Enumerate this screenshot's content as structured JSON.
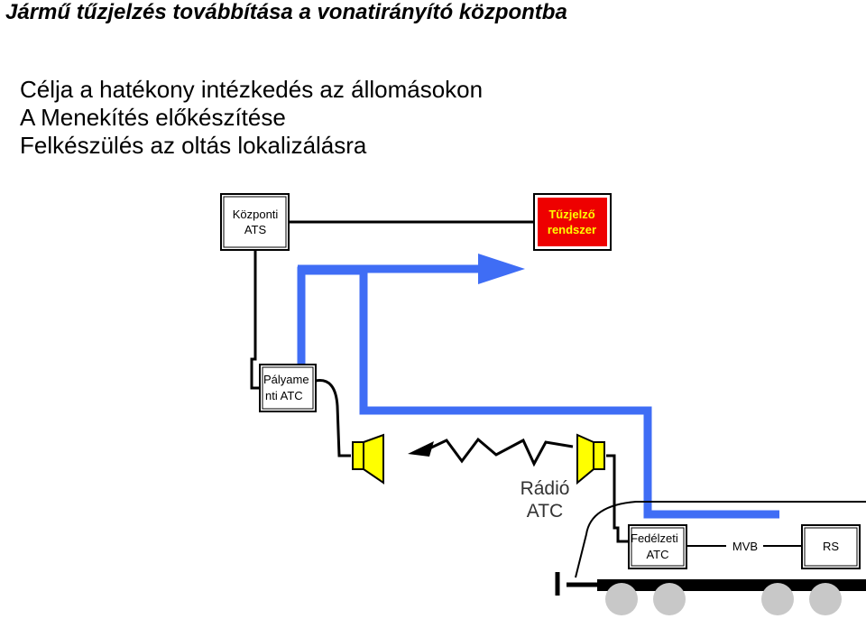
{
  "slide": {
    "title": "Jármű tűzjelzés továbbítása a vonatirányító központba",
    "bullets": [
      "Célja a hatékony intézkedés az állomásokon",
      "A Menekítés előkészítése",
      "Felkészülés az oltás lokalizálásra"
    ]
  },
  "diagram": {
    "central_ats": [
      "Központi",
      "ATS"
    ],
    "fire_system": [
      "Tűzjelző",
      "rendszer"
    ],
    "track_atc": [
      "Pályame",
      "nti ATC"
    ],
    "radio_label": [
      "Rádió",
      "ATC"
    ],
    "onboard_atc": [
      "Fedélzeti",
      "ATC"
    ],
    "mvb_label": "MVB",
    "rs_label": "RS"
  },
  "colors": {
    "signal_blue": "#3f6df5",
    "fire_red": "#ee0000",
    "fire_text": "#ffff00",
    "antenna_yellow": "#ffff00",
    "wheel_gray": "#c8c8c8"
  }
}
